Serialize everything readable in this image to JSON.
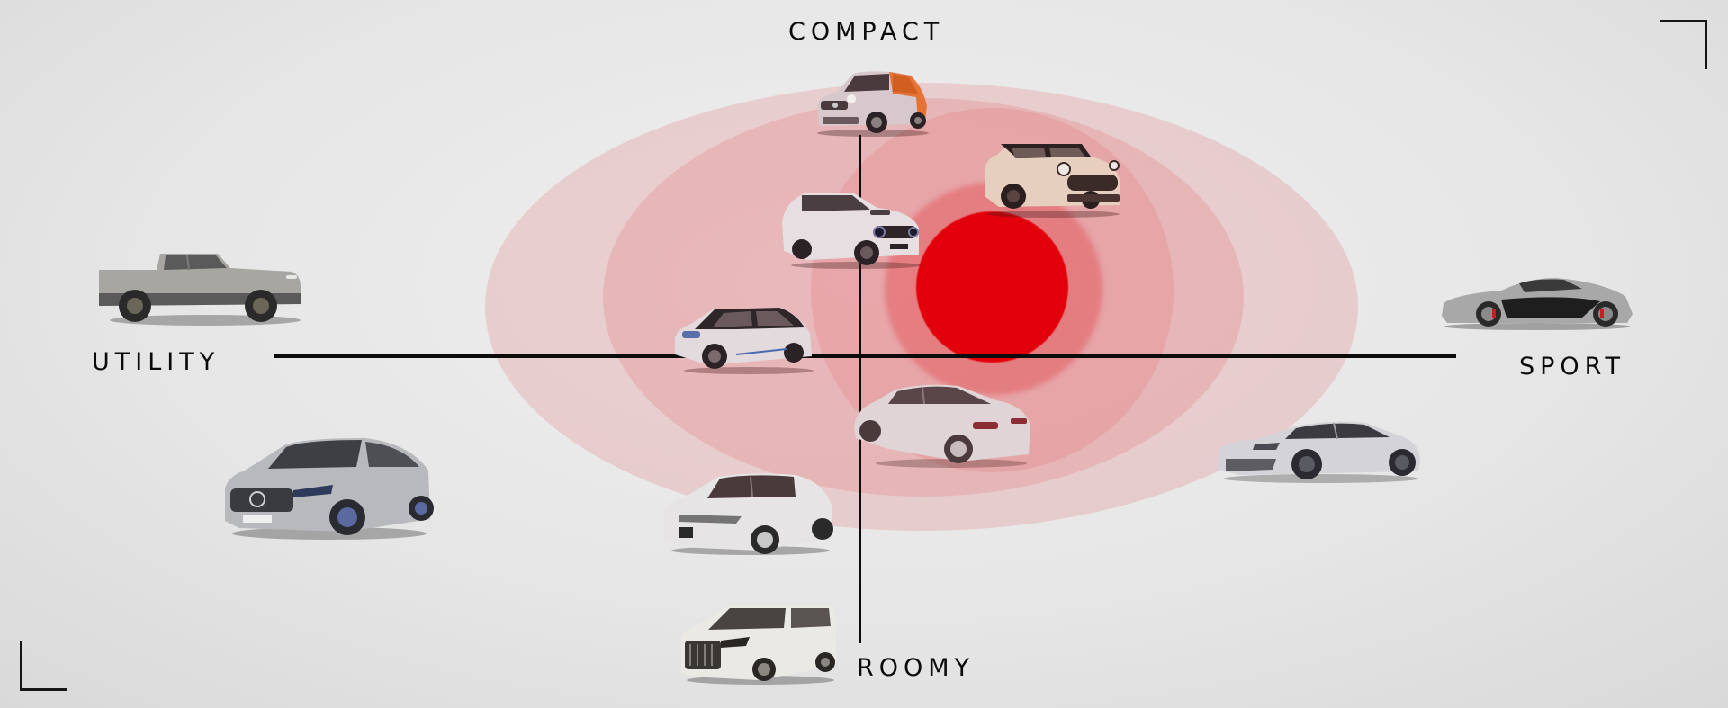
{
  "diagram": {
    "type": "positioning-map",
    "axes": {
      "top": "COMPACT",
      "bottom": "ROOMY",
      "left": "UTILITY",
      "right": "SPORT"
    },
    "colors": {
      "background": "#e6e6e6",
      "axis": "#0c0c0c",
      "target_core": "#e2000a",
      "target_halo": "#e85a5f",
      "target_ring": "#e58b8f",
      "target_outer": "#eab5b7"
    },
    "target": {
      "name": "red-target-sweet-spot",
      "quadrant": "compact-sport"
    },
    "vehicles": [
      {
        "id": "smart-fortwo",
        "icon": "microcar-icon",
        "body": "microcar",
        "quadrant": "compact",
        "color": "#d9d2d6",
        "accent": "#e8641c"
      },
      {
        "id": "mini-cooper",
        "icon": "hatchback-icon",
        "body": "hatchback",
        "quadrant": "compact-sport",
        "color": "#e8d6c4",
        "accent": "#2a2220"
      },
      {
        "id": "honda-e",
        "icon": "hatchback-icon",
        "body": "hatchback",
        "quadrant": "compact-utility",
        "color": "#e8e4e6",
        "accent": "#2a2a2e"
      },
      {
        "id": "rivian-r1t",
        "icon": "pickup-truck-icon",
        "body": "pickup",
        "quadrant": "utility",
        "color": "#a9a7a5",
        "accent": "#2e2e2e"
      },
      {
        "id": "bmw-i3",
        "icon": "hatchback-icon",
        "body": "hatchback",
        "quadrant": "utility-axis",
        "color": "#dcdcdc",
        "accent": "#2a2a2a"
      },
      {
        "id": "rimac-concept-one",
        "icon": "supercar-icon",
        "body": "supercar",
        "quadrant": "sport",
        "color": "#9a9a9a",
        "accent": "#1e1e1e"
      },
      {
        "id": "tesla-model-s",
        "icon": "sedan-icon",
        "body": "sedan",
        "quadrant": "roomy-sport",
        "color": "#e4dcde",
        "accent": "#5a4a4c"
      },
      {
        "id": "mercedes-eqc",
        "icon": "suv-icon",
        "body": "suv",
        "quadrant": "roomy-utility",
        "color": "#b8b9bc",
        "accent": "#2a2a2e"
      },
      {
        "id": "porsche-taycan",
        "icon": "sports-sedan-icon",
        "body": "sportsedan",
        "quadrant": "roomy-sport",
        "color": "#d6d6da",
        "accent": "#2a2a2e"
      },
      {
        "id": "tesla-model-x",
        "icon": "suv-icon",
        "body": "crossover",
        "quadrant": "roomy",
        "color": "#e6e4e5",
        "accent": "#2a2a2a"
      },
      {
        "id": "toyota-alphard",
        "icon": "minivan-icon",
        "body": "minivan",
        "quadrant": "roomy",
        "color": "#ebe9e4",
        "accent": "#2a2a2a"
      }
    ]
  }
}
